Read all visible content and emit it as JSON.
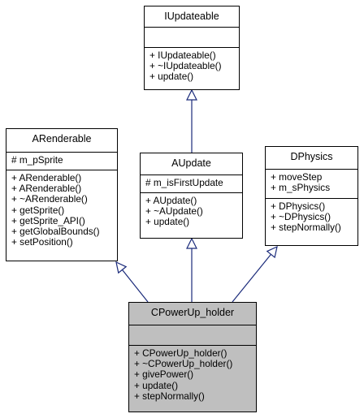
{
  "classes": {
    "iupdateable": {
      "name": "IUpdateable",
      "attributes": [],
      "methods": [
        "+ IUpdateable()",
        "+ ~IUpdateable()",
        "+ update()"
      ]
    },
    "arenderable": {
      "name": "ARenderable",
      "attributes": [
        "# m_pSprite"
      ],
      "methods": [
        "+ ARenderable()",
        "+ ARenderable()",
        "+ ~ARenderable()",
        "+ getSprite()",
        "+ getSprite_API()",
        "+ getGlobalBounds()",
        "+ setPosition()"
      ]
    },
    "aupdate": {
      "name": "AUpdate",
      "attributes": [
        "# m_isFirstUpdate"
      ],
      "methods": [
        "+ AUpdate()",
        "+ ~AUpdate()",
        "+ update()"
      ]
    },
    "dphysics": {
      "name": "DPhysics",
      "attributes": [
        "+ moveStep",
        "+ m_sPhysics"
      ],
      "methods": [
        "+ DPhysics()",
        "+ ~DPhysics()",
        "+ stepNormally()"
      ]
    },
    "cpowerup_holder": {
      "name": "CPowerUp_holder",
      "attributes": [],
      "methods": [
        "+ CPowerUp_holder()",
        "+ ~CPowerUp_holder()",
        "+ givePower()",
        "+ update()",
        "+ stepNormally()"
      ]
    }
  },
  "colors": {
    "line": "#1a2a7a",
    "highlight": "#bfbfbf",
    "border": "#000000"
  }
}
